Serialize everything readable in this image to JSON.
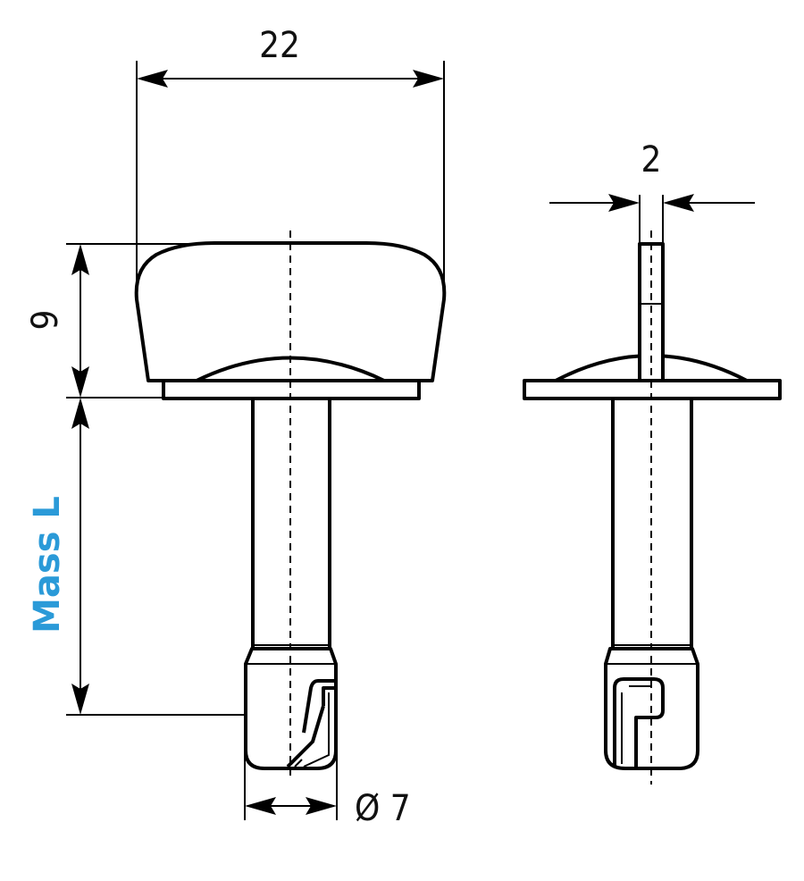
{
  "dimensions": {
    "head_width": "22",
    "head_height": "9",
    "shank_diameter": "Ø 7",
    "pin_width": "2",
    "length_label": "Mass L"
  },
  "colors": {
    "line": "#000000",
    "length_label": "#2a9ad8"
  }
}
